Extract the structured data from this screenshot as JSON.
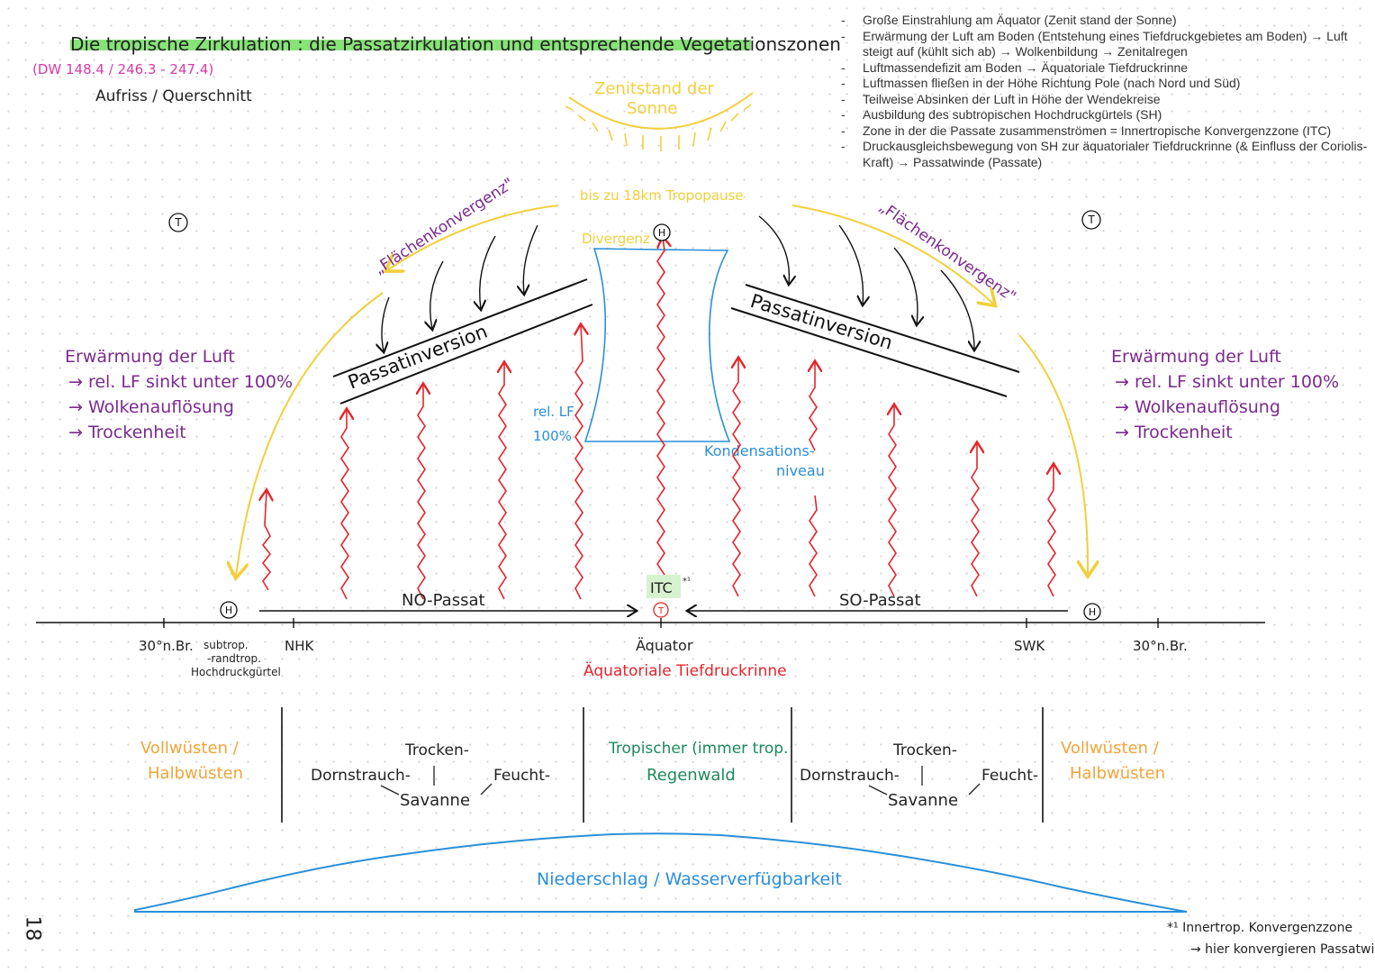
{
  "title": "Die tropische Zirkulation : die Passatzirkulation und entsprechende Vegetationszonen",
  "reference": "(DW 148.4 / 246.3 - 247.4)",
  "subtitle": "Aufriss / Querschnitt",
  "page_number": "18",
  "notes": [
    "Große Einstrahlung am Äquator (Zenit stand der Sonne)",
    "Erwärmung der Luft am Boden (Entstehung eines Tiefdruckgebietes am Boden) → Luft steigt auf (kühlt sich ab) → Wolkenbildung → Zenitalregen",
    "Luftmassendefizit am Boden → Äquatoriale Tiefdruckrinne",
    "Luftmassen fließen in der Höhe Richtung Pole (nach Nord und Süd)",
    "Teilweise Absinken der Luft in Höhe der Wendekreise",
    "Ausbildung des subtropischen Hochdruckgürtels (SH)",
    "Zone in der die Passate zusammenströmen = Innertropische Konvergenzzone (ITC)",
    "Druckausgleichsbewegung von SH zur äquatorialer Tiefdruckrinne (& Einfluss der Coriolis-Kraft) → Passatwinde (Passate)"
  ],
  "diagram": {
    "sun_label_1": "Zenitstand der",
    "sun_label_2": "Sonne",
    "tropopause": "bis zu 18km Tropopause",
    "divergence": "Divergenz",
    "high_symbol": "H",
    "low_symbol": "T",
    "surface_convergence_left": "„Flächenkonvergenz\"",
    "surface_convergence_right": "„Flächenkonvergenz\"",
    "trade_inversion_left": "Passatinversion",
    "trade_inversion_right": "Passatinversion",
    "rel_humidity_1": "rel. LF",
    "rel_humidity_2": "100%",
    "condensation_1": "Kondensations-",
    "condensation_2": "niveau",
    "warming_left": [
      "Erwärmung der Luft",
      "→ rel. LF sinkt unter 100%",
      "→ Wolkenauflösung",
      "→ Trockenheit"
    ],
    "warming_right": [
      "Erwärmung der Luft",
      "→ rel. LF sinkt unter 100%",
      "→ Wolkenauflösung",
      "→ Trockenheit"
    ],
    "itc_label": "ITC",
    "itc_marker": "*¹",
    "ne_trade": "NO-Passat",
    "se_trade": "SO-Passat",
    "lat_left": "30°n.Br.",
    "lat_right": "30°n.Br.",
    "subtropical_1": "subtrop.",
    "subtropical_2": "-randtrop.",
    "subtropical_3": "Hochdruckgürtel",
    "nhk": "NHK",
    "swk": "SWK",
    "equator": "Äquator",
    "equatorial_trough": "Äquatoriale Tiefdruckrinne"
  },
  "vegetation": {
    "desert_left_1": "Vollwüsten /",
    "desert_left_2": "Halbwüsten",
    "desert_right_1": "Vollwüsten /",
    "desert_right_2": "Halbwüsten",
    "savanna_dry": "Trocken-",
    "savanna_thorn": "Dornstrauch-",
    "savanna_wet": "Feucht-",
    "savanna": "Savanne",
    "rainforest_1": "Tropischer (immer trop.",
    "rainforest_2": "Regenwald",
    "precipitation": "Niederschlag / Wasserverfügbarkeit"
  },
  "footnote": {
    "line1": "*¹ Innertrop. Konvergenzzone",
    "line2": "→ hier konvergieren Passatwinde"
  },
  "colors": {
    "magenta": "#d63aa6",
    "purple": "#7b2a8e",
    "yellow": "#f2cf3c",
    "red": "#e3262b",
    "blue": "#2a8fd8",
    "orange": "#f0a53a",
    "green": "#1e8a5a",
    "highlight": "#7be06a",
    "itc_highlight": "#d6f2cf"
  }
}
